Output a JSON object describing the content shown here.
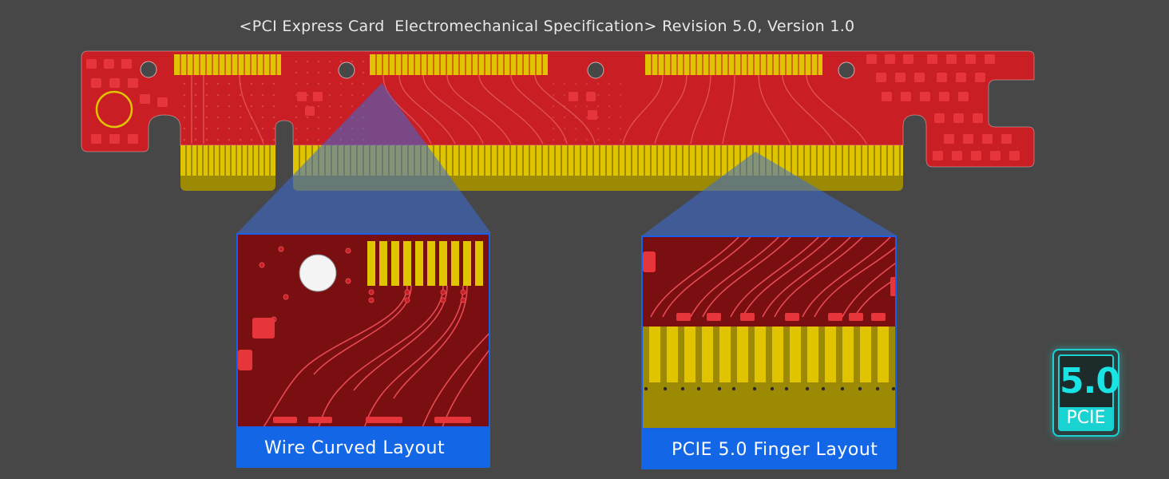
{
  "header": {
    "title": "<PCI Express Card  Electromechanical Specification> Revision 5.0, Version 1.0"
  },
  "callouts": {
    "left_caption": "Wire Curved Layout",
    "right_caption": "PCIE 5.0 Finger Layout"
  },
  "badge": {
    "version": "5.0",
    "label": "PCIE"
  },
  "colors": {
    "background": "#474747",
    "pcb": "#c81e24",
    "pcb_dark": "#7a0f12",
    "gold_finger": "#e1c400",
    "highlight_blue": "#1366e6",
    "badge_cyan": "#19d2d2"
  }
}
